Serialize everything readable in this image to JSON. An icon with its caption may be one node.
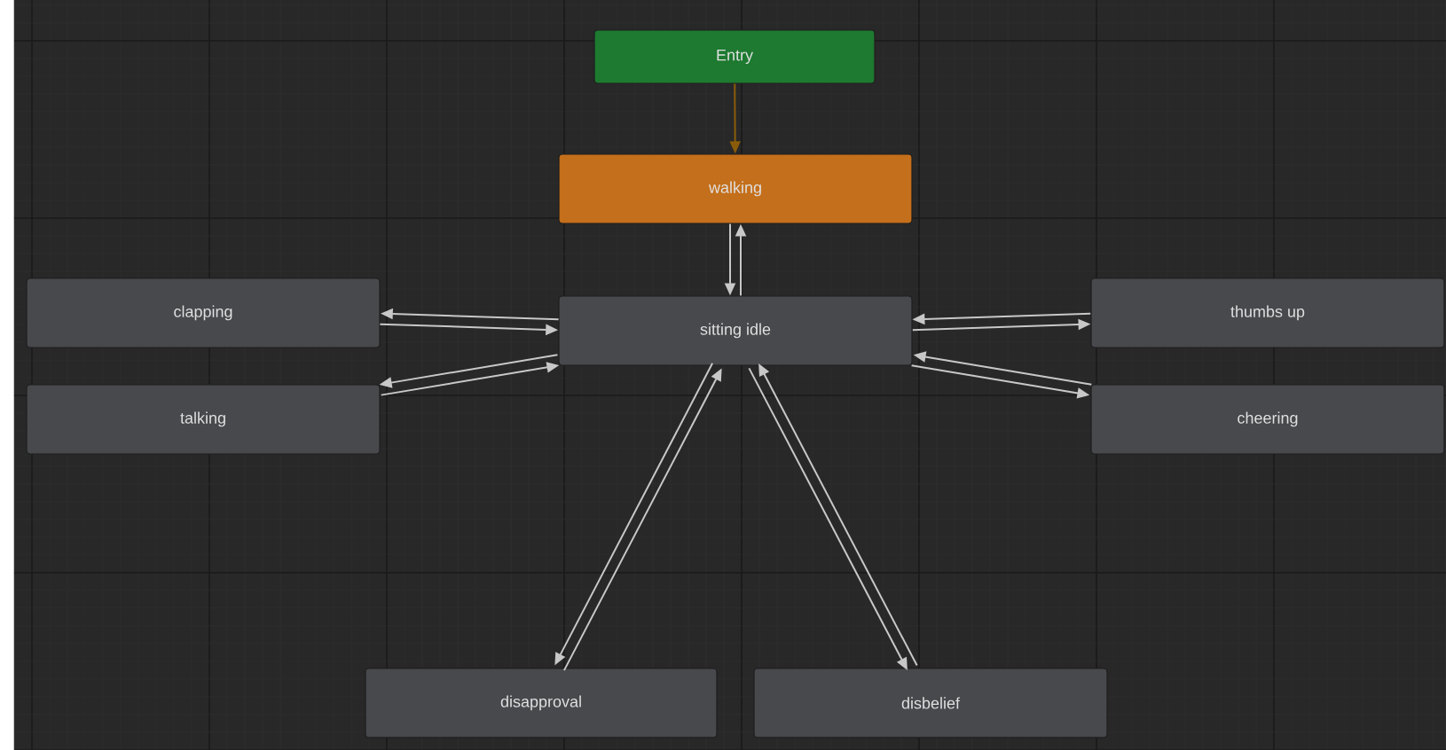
{
  "diagram": {
    "nodes": [
      {
        "text": [
          "Entry"
        ]
      },
      {
        "text": [
          "walking"
        ]
      },
      {
        "text": [
          "sitting idle"
        ]
      },
      {
        "text": [
          "clapping"
        ]
      },
      {
        "text": [
          "talking"
        ]
      },
      {
        "text": [
          "thumbs up"
        ]
      },
      {
        "text": [
          "cheering"
        ]
      },
      {
        "text": [
          "disapproval"
        ]
      },
      {
        "text": [
          "disbelief"
        ]
      }
    ],
    "edges": [
      {
        "from": 0,
        "to": 1,
        "arrow": "to",
        "color": "#8a5c0a"
      },
      {
        "from": 1,
        "to": 2,
        "arrow": "to"
      },
      {
        "from": 2,
        "to": 1,
        "arrow": "to"
      },
      {
        "from": 2,
        "to": 3,
        "arrow": "to"
      },
      {
        "from": 3,
        "to": 2,
        "arrow": "to"
      },
      {
        "from": 2,
        "to": 4,
        "arrow": "to"
      },
      {
        "from": 4,
        "to": 2,
        "arrow": "to"
      },
      {
        "from": 5,
        "to": 2,
        "arrow": "to"
      },
      {
        "from": 2,
        "to": 5,
        "arrow": "to"
      },
      {
        "from": 6,
        "to": 2,
        "arrow": "to"
      },
      {
        "from": 2,
        "to": 6,
        "arrow": "to"
      },
      {
        "from": 2,
        "to": 7,
        "arrow": "to"
      },
      {
        "from": 7,
        "to": 2,
        "arrow": "to"
      },
      {
        "from": 2,
        "to": 8,
        "arrow": "to"
      },
      {
        "from": 8,
        "to": 2,
        "arrow": "to"
      }
    ]
  }
}
